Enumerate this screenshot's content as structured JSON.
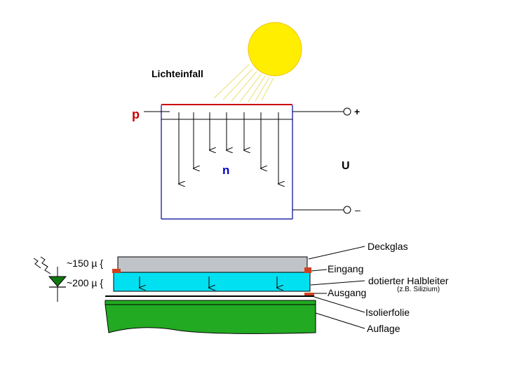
{
  "top": {
    "light_label": "Lichteinfall",
    "p_label": "p",
    "n_label": "n",
    "u_label": "U",
    "plus_label": "+",
    "minus_label": "–"
  },
  "bottom": {
    "thickness_top": "~150 µ {",
    "thickness_bottom": "~200 µ {",
    "deckglas": "Deckglas",
    "eingang": "Eingang",
    "halbleiter": "dotierter Halbleiter",
    "silizium": "(z.B. Silizium)",
    "ausgang": "Ausgang",
    "isolierfolie": "Isolierfolie",
    "auflage": "Auflage"
  },
  "colors": {
    "sun": "#ffee00",
    "p_layer": "#cc0000",
    "n_text": "#0000cc",
    "cell_border": "#000099",
    "deckglas": "#c0c4c8",
    "semiconductor": "#00e0f0",
    "contact": "#d04020",
    "substrate": "#22aa22"
  }
}
